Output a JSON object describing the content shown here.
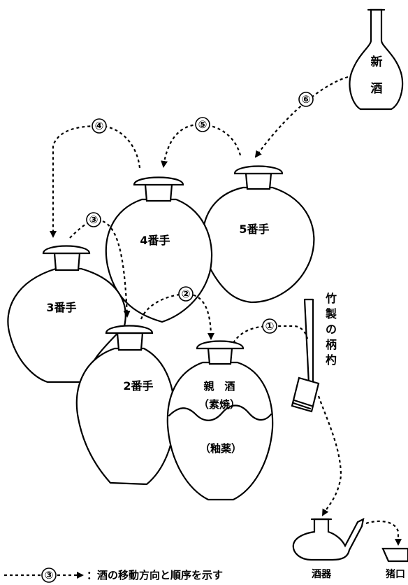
{
  "vessels": {
    "new_sake": [
      "新",
      "酒"
    ],
    "jar5": "5番手",
    "jar4": "4番手",
    "jar3": "3番手",
    "jar2": "2番手",
    "oya": {
      "line1": "親　酒",
      "line2": "（素焼）",
      "line3": "（釉薬）"
    }
  },
  "ladle_label": "竹製の柄杓",
  "step_numbers": [
    "①",
    "②",
    "③",
    "④",
    "⑤",
    "⑥"
  ],
  "vessel_labels": {
    "shuki": "酒器",
    "choko": "猪口"
  },
  "legend": {
    "number": "③",
    "text": "：酒の移動方向と順序を示す"
  }
}
